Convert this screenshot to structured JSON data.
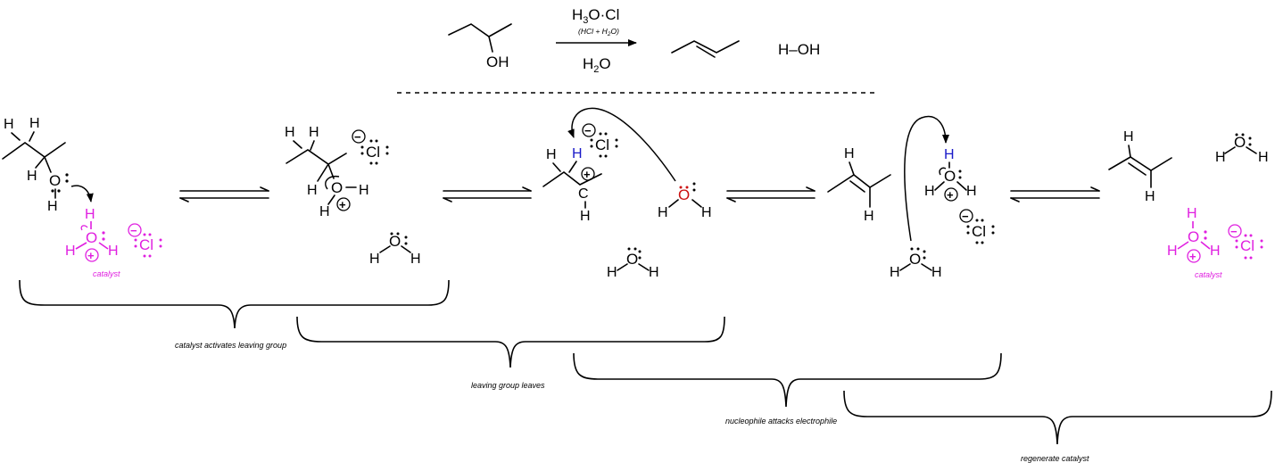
{
  "colors": {
    "ink": "#000000",
    "catalyst": "#e020e0",
    "nucleophile": "#cc1111",
    "proton": "#1a1ac8"
  },
  "overall": {
    "reagent_top": "H3O·Cl",
    "reagent_top_main": "H",
    "reagent_top_sub": "3",
    "reagent_top_rest": "O·Cl",
    "reagent_note": "(HCl + H2O)",
    "reagent_note_a": "(HCl + H",
    "reagent_note_sub": "2",
    "reagent_note_b": "O)",
    "solvent_main": "H",
    "solvent_sub": "2",
    "solvent_rest": "O",
    "reactant_oh": "OH",
    "byproduct": "H–OH"
  },
  "labels": {
    "H": "H",
    "O": "O",
    "Cl": "Cl",
    "C": "C",
    "plus": "+",
    "minus": "−",
    "catalyst": "catalyst"
  },
  "captions": [
    "catalyst activates leaving group",
    "leaving group leaves",
    "nucleophile attacks electrophile",
    "regenerate catalyst"
  ]
}
